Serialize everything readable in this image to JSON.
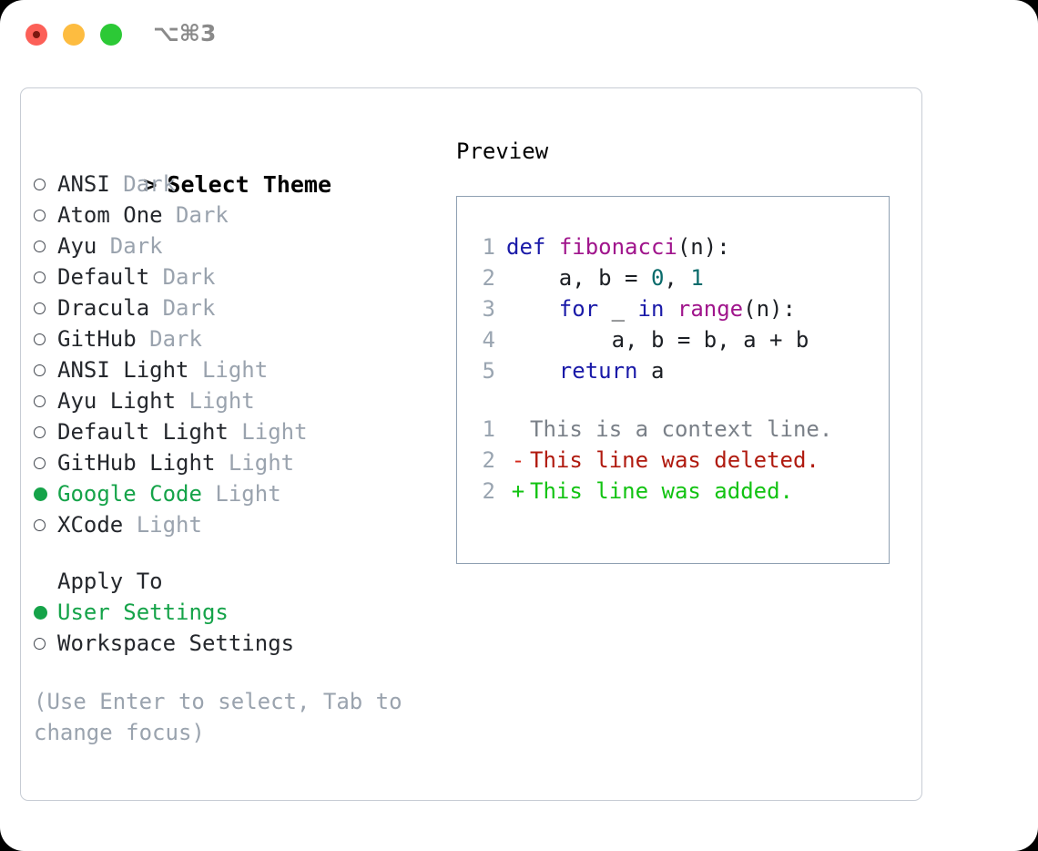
{
  "window": {
    "shortcut": "⌥⌘3",
    "traffic_lights": [
      {
        "name": "close",
        "color": "#fc6058"
      },
      {
        "name": "minimize",
        "color": "#fdbc40"
      },
      {
        "name": "maximize",
        "color": "#2cc936"
      }
    ]
  },
  "accent": {
    "selected_green": "#15a349",
    "muted_gray": "#9aa3ae",
    "panel_border": "#c7ccd4",
    "preview_border": "#8fa0b2"
  },
  "theme_picker": {
    "prompt_caret": ">",
    "title": "Select Theme",
    "marker_selected": "●",
    "marker_unselected": "○",
    "items": [
      {
        "name": "ANSI",
        "kind": "Dark",
        "selected": false
      },
      {
        "name": "Atom One",
        "kind": "Dark",
        "selected": false
      },
      {
        "name": "Ayu",
        "kind": "Dark",
        "selected": false
      },
      {
        "name": "Default",
        "kind": "Dark",
        "selected": false
      },
      {
        "name": "Dracula",
        "kind": "Dark",
        "selected": false
      },
      {
        "name": "GitHub",
        "kind": "Dark",
        "selected": false
      },
      {
        "name": "ANSI Light",
        "kind": "Light",
        "selected": false
      },
      {
        "name": "Ayu Light",
        "kind": "Light",
        "selected": false
      },
      {
        "name": "Default Light",
        "kind": "Light",
        "selected": false
      },
      {
        "name": "GitHub Light",
        "kind": "Light",
        "selected": false
      },
      {
        "name": "Google Code",
        "kind": "Light",
        "selected": true
      },
      {
        "name": "XCode",
        "kind": "Light",
        "selected": false
      }
    ]
  },
  "apply_to": {
    "title": "Apply To",
    "items": [
      {
        "name": "User Settings",
        "selected": true
      },
      {
        "name": "Workspace Settings",
        "selected": false
      }
    ]
  },
  "hint": "(Use Enter to select, Tab to change focus)",
  "preview": {
    "title": "Preview",
    "code_lines": [
      {
        "no": "1",
        "tokens": [
          {
            "t": "def",
            "c": "kw"
          },
          {
            "t": " ",
            "c": "pl"
          },
          {
            "t": "fibonacci",
            "c": "fn"
          },
          {
            "t": "(n):",
            "c": "pl"
          }
        ]
      },
      {
        "no": "2",
        "tokens": [
          {
            "t": "    a, b = ",
            "c": "pl"
          },
          {
            "t": "0",
            "c": "num"
          },
          {
            "t": ", ",
            "c": "pl"
          },
          {
            "t": "1",
            "c": "num"
          }
        ]
      },
      {
        "no": "3",
        "tokens": [
          {
            "t": "    ",
            "c": "pl"
          },
          {
            "t": "for",
            "c": "kw"
          },
          {
            "t": " _ ",
            "c": "pl"
          },
          {
            "t": "in",
            "c": "kw"
          },
          {
            "t": " ",
            "c": "pl"
          },
          {
            "t": "range",
            "c": "fn"
          },
          {
            "t": "(n):",
            "c": "pl"
          }
        ]
      },
      {
        "no": "4",
        "tokens": [
          {
            "t": "        a, b = b, a + b",
            "c": "pl"
          }
        ]
      },
      {
        "no": "5",
        "tokens": [
          {
            "t": "    ",
            "c": "pl"
          },
          {
            "t": "return",
            "c": "kw"
          },
          {
            "t": " a",
            "c": "pl"
          }
        ]
      }
    ],
    "diff_lines": [
      {
        "no": "1",
        "mark": " ",
        "kind": "ctx",
        "text": "This is a context line."
      },
      {
        "no": "2",
        "mark": "-",
        "kind": "del",
        "text": "This line was deleted."
      },
      {
        "no": "2",
        "mark": "+",
        "kind": "add",
        "text": "This line was added."
      }
    ]
  }
}
